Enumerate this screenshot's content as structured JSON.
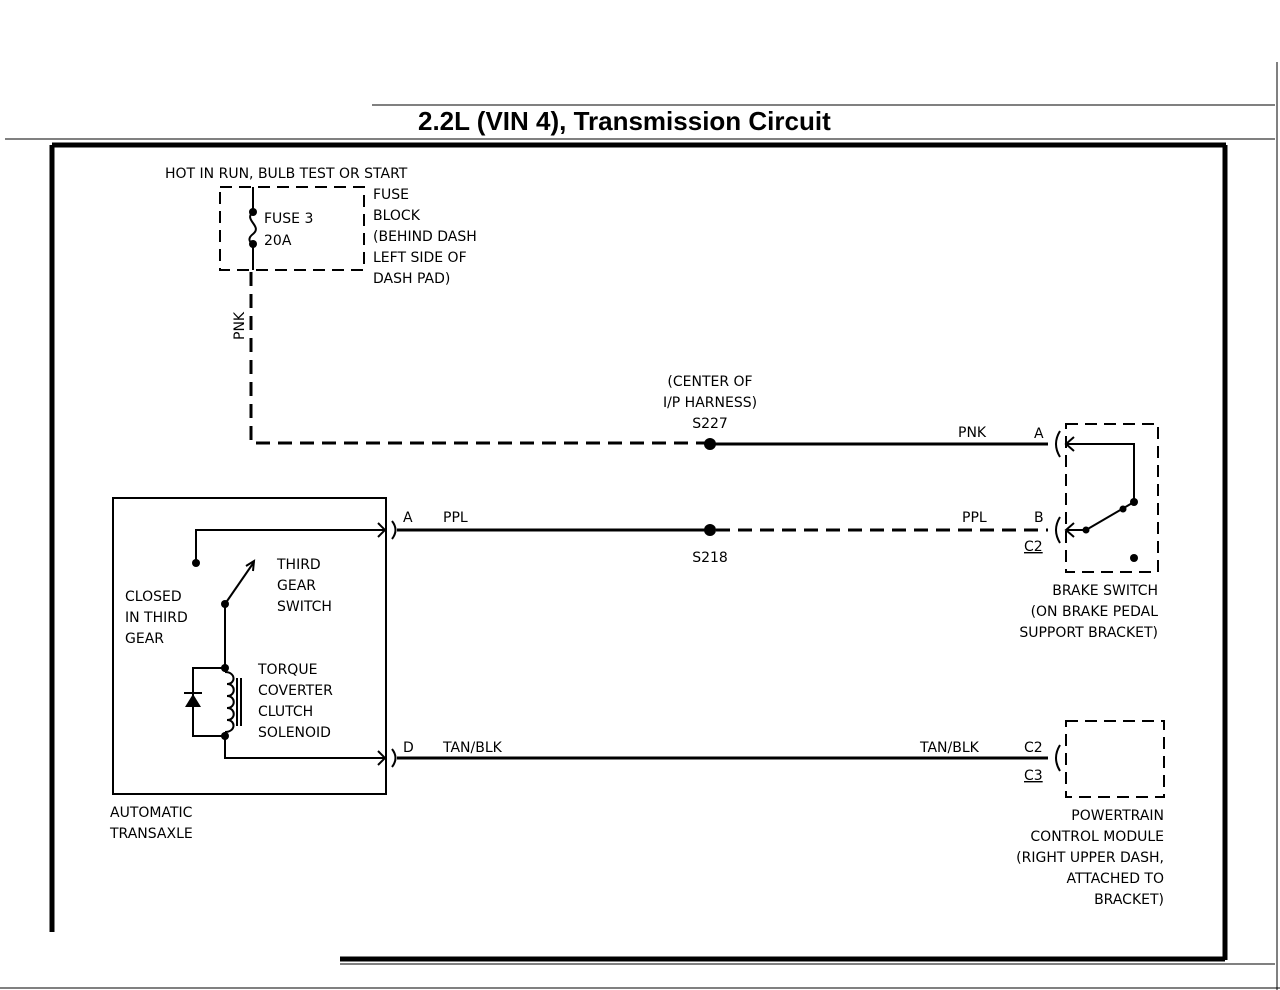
{
  "title": "2.2L (VIN 4), Transmission Circuit",
  "fuse": {
    "header": "HOT IN RUN, BULB TEST OR START",
    "name": "FUSE 3",
    "rating": "20A",
    "block_lines": [
      "FUSE",
      "BLOCK",
      "(BEHIND DASH",
      "LEFT SIDE OF",
      "DASH PAD)"
    ]
  },
  "wires": {
    "pnk_vertical": "PNK",
    "pnk_right": "PNK",
    "ppl_left": "PPL",
    "ppl_right": "PPL",
    "tan_left": "TAN/BLK",
    "tan_right": "TAN/BLK"
  },
  "splices": {
    "s227_lines": [
      "(CENTER OF",
      "I/P HARNESS)",
      "S227"
    ],
    "s218": "S218"
  },
  "brake_switch": {
    "pin_a": "A",
    "pin_b": "B",
    "connector": "C2",
    "label_lines": [
      "BRAKE SWITCH",
      "(ON BRAKE PEDAL",
      "SUPPORT BRACKET)"
    ]
  },
  "transaxle": {
    "pin_a": "A",
    "pin_d": "D",
    "closed_lines": [
      "CLOSED",
      "IN THIRD",
      "GEAR"
    ],
    "switch_lines": [
      "THIRD",
      "GEAR",
      "SWITCH"
    ],
    "solenoid_lines": [
      "TORQUE",
      "COVERTER",
      "CLUTCH",
      "SOLENOID"
    ],
    "label_lines": [
      "AUTOMATIC",
      "TRANSAXLE"
    ]
  },
  "pcm": {
    "pin": "C2",
    "connector": "C3",
    "label_lines": [
      "POWERTRAIN",
      "CONTROL MODULE",
      "(RIGHT UPPER DASH,",
      "ATTACHED TO",
      "BRACKET)"
    ]
  }
}
